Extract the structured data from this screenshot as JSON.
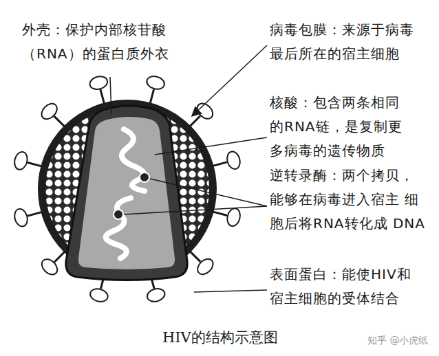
{
  "diagram": {
    "caption": "HIV的结构示意图",
    "labels": [
      "外壳：保护内部核苷酸 （RNA）的蛋白质外衣",
      "病毒包膜：来源于病毒 最后所在的宿主细胞",
      "核酸：包含两条相同 的RNA链，是复制更 多病毒的遗传物质",
      "逆转录酶：两个拷贝， 能够在病毒进入宿主 细胞后将RNA转化成 DNA",
      "表面蛋白：能使HIV和 宿主细胞的受体结合",
      "知乎 @小虎纸"
    ]
  }
}
